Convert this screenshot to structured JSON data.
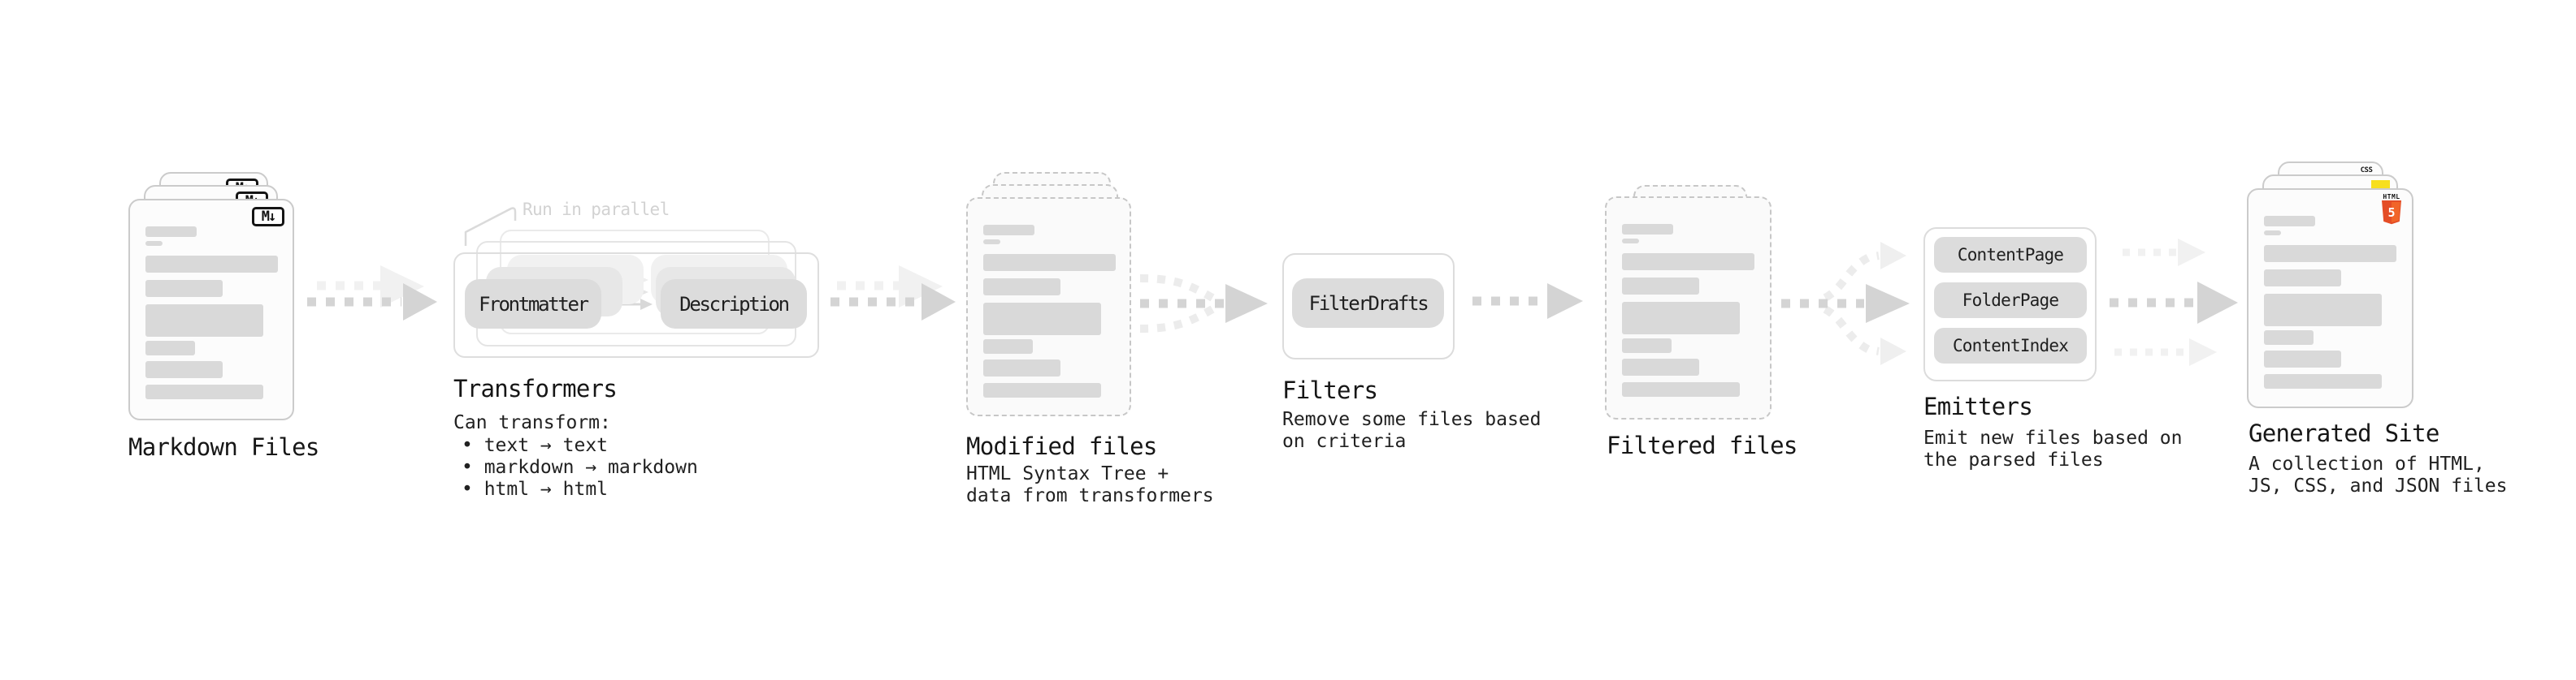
{
  "stages": [
    {
      "caption": "Markdown Files",
      "badge": "M↓"
    },
    {
      "caption": "Transformers",
      "note": "Run in parallel",
      "pills": [
        "Frontmatter",
        "Description"
      ],
      "desc_lines": [
        "Can transform:",
        "• text → text",
        "• markdown → markdown",
        "• html → html"
      ]
    },
    {
      "caption": "Modified files",
      "desc_lines": [
        "HTML Syntax Tree +",
        "data from transformers"
      ]
    },
    {
      "caption": "Filters",
      "pills": [
        "FilterDrafts"
      ],
      "desc_lines": [
        "Remove some files based",
        "on criteria"
      ]
    },
    {
      "caption": "Filtered files"
    },
    {
      "caption": "Emitters",
      "pills": [
        "ContentPage",
        "FolderPage",
        "ContentIndex"
      ],
      "desc_lines": [
        "Emit new files based on",
        "the parsed files"
      ]
    },
    {
      "caption": "Generated Site",
      "badges": {
        "css": "CSS",
        "html_label": "HTML",
        "html_number": "5"
      },
      "desc_lines": [
        "A collection of HTML,",
        "JS, CSS, and JSON files"
      ]
    }
  ],
  "colors": {
    "html5_orange": "#e44d26",
    "html5_orange_light": "#f16529",
    "js_yellow": "#f7df1e",
    "css_blue": "#2b63e8",
    "skeleton_gray": "#d9d9d9",
    "arrow_gray": "#d4d4d4"
  }
}
